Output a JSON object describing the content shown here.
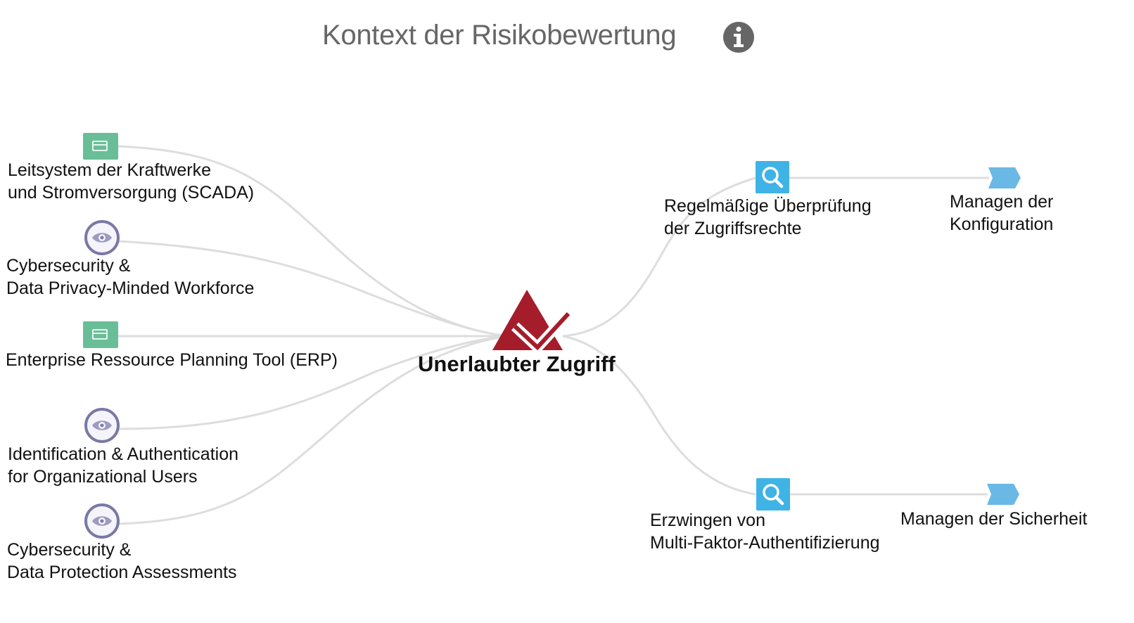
{
  "header": {
    "title": "Kontext der Risikobewertung",
    "info_icon": "info-circle-icon"
  },
  "colors": {
    "asset": "#69be98",
    "control": "#7a78a6",
    "measure": "#3fb3e6",
    "domain": "#6ab8e6",
    "risk": "#a51c2a",
    "link": "#dddddd"
  },
  "center": {
    "label": "Unerlaubter Zugriff",
    "icon": "risk-triangle-check-icon"
  },
  "left_nodes": [
    {
      "icon": "asset-window-icon",
      "line1": "Leitsystem der Kraftwerke",
      "line2": "und Stromversorgung (SCADA)"
    },
    {
      "icon": "eye-icon",
      "line1": "Cybersecurity &",
      "line2": "Data Privacy-Minded Workforce"
    },
    {
      "icon": "asset-window-icon",
      "line1": "Enterprise Ressource Planning Tool (ERP)",
      "line2": ""
    },
    {
      "icon": "eye-icon",
      "line1": "Identification & Authentication",
      "line2": "for Organizational Users"
    },
    {
      "icon": "eye-icon",
      "line1": "Cybersecurity &",
      "line2": "Data Protection Assessments"
    }
  ],
  "right_nodes": [
    {
      "icon": "search-icon",
      "line1": "Regelmäßige Überprüfung",
      "line2": "der Zugriffsrechte"
    },
    {
      "icon": "search-icon",
      "line1": "Erzwingen von",
      "line2": "Multi-Faktor-Authentifizierung"
    }
  ],
  "far_right_nodes": [
    {
      "icon": "tag-arrow-icon",
      "line1": "Managen der",
      "line2": "Konfiguration"
    },
    {
      "icon": "tag-arrow-icon",
      "line1": "Managen der Sicherheit",
      "line2": ""
    }
  ]
}
